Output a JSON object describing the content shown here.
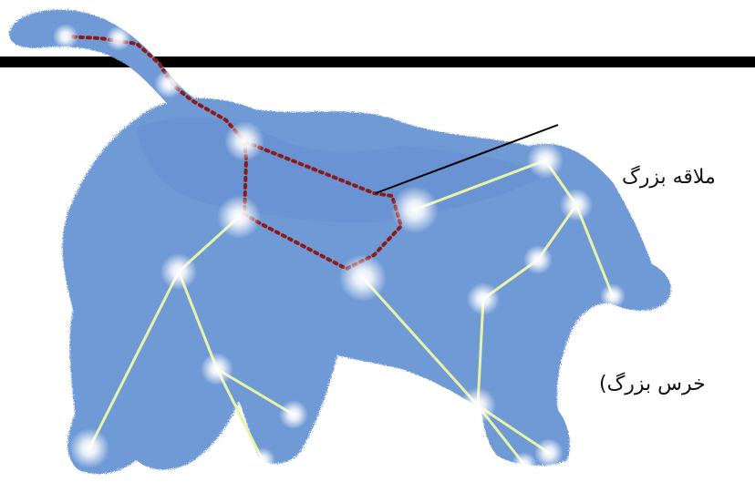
{
  "labels": {
    "big_dipper": "ملاقه بزرگ",
    "great_bear": "خرس بزرگ)"
  },
  "colors": {
    "bear_body": "#6f9ad6",
    "bear_shadow": "#4f7fc4",
    "star_glow": "#ffffff",
    "constellation_line": "#e8f3a8",
    "dipper_outline": "#8b1a1a",
    "pointer_line": "#000000",
    "header_bar": "#000000"
  },
  "icons": {
    "figure": "bear-silhouette",
    "stars": "star-glow",
    "dipper": "dotted-outline"
  }
}
